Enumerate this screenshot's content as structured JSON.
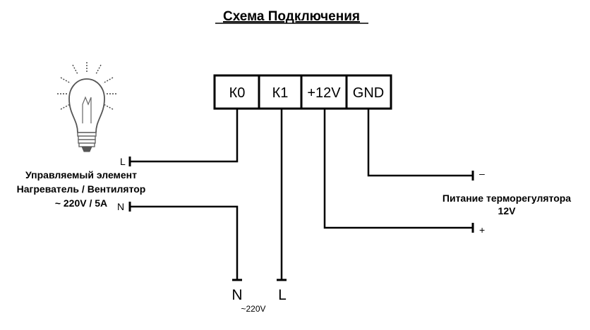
{
  "title": "Схема Подключения",
  "terminals": [
    {
      "id": "k0",
      "label": "К0"
    },
    {
      "id": "k1",
      "label": "К1"
    },
    {
      "id": "plus12v",
      "label": "+12V"
    },
    {
      "id": "gnd",
      "label": "GND"
    }
  ],
  "load": {
    "line1": "Управляемый элемент",
    "line2": "Нагреватель / Вентилятор",
    "line3": "~ 220V / 5A",
    "pin_l": "L",
    "pin_n": "N"
  },
  "power": {
    "line1": "Питание терморегулятора",
    "line2": "12V",
    "minus": "–",
    "plus": "+"
  },
  "mains": {
    "n": "N",
    "l": "L",
    "voltage": "~220V"
  }
}
